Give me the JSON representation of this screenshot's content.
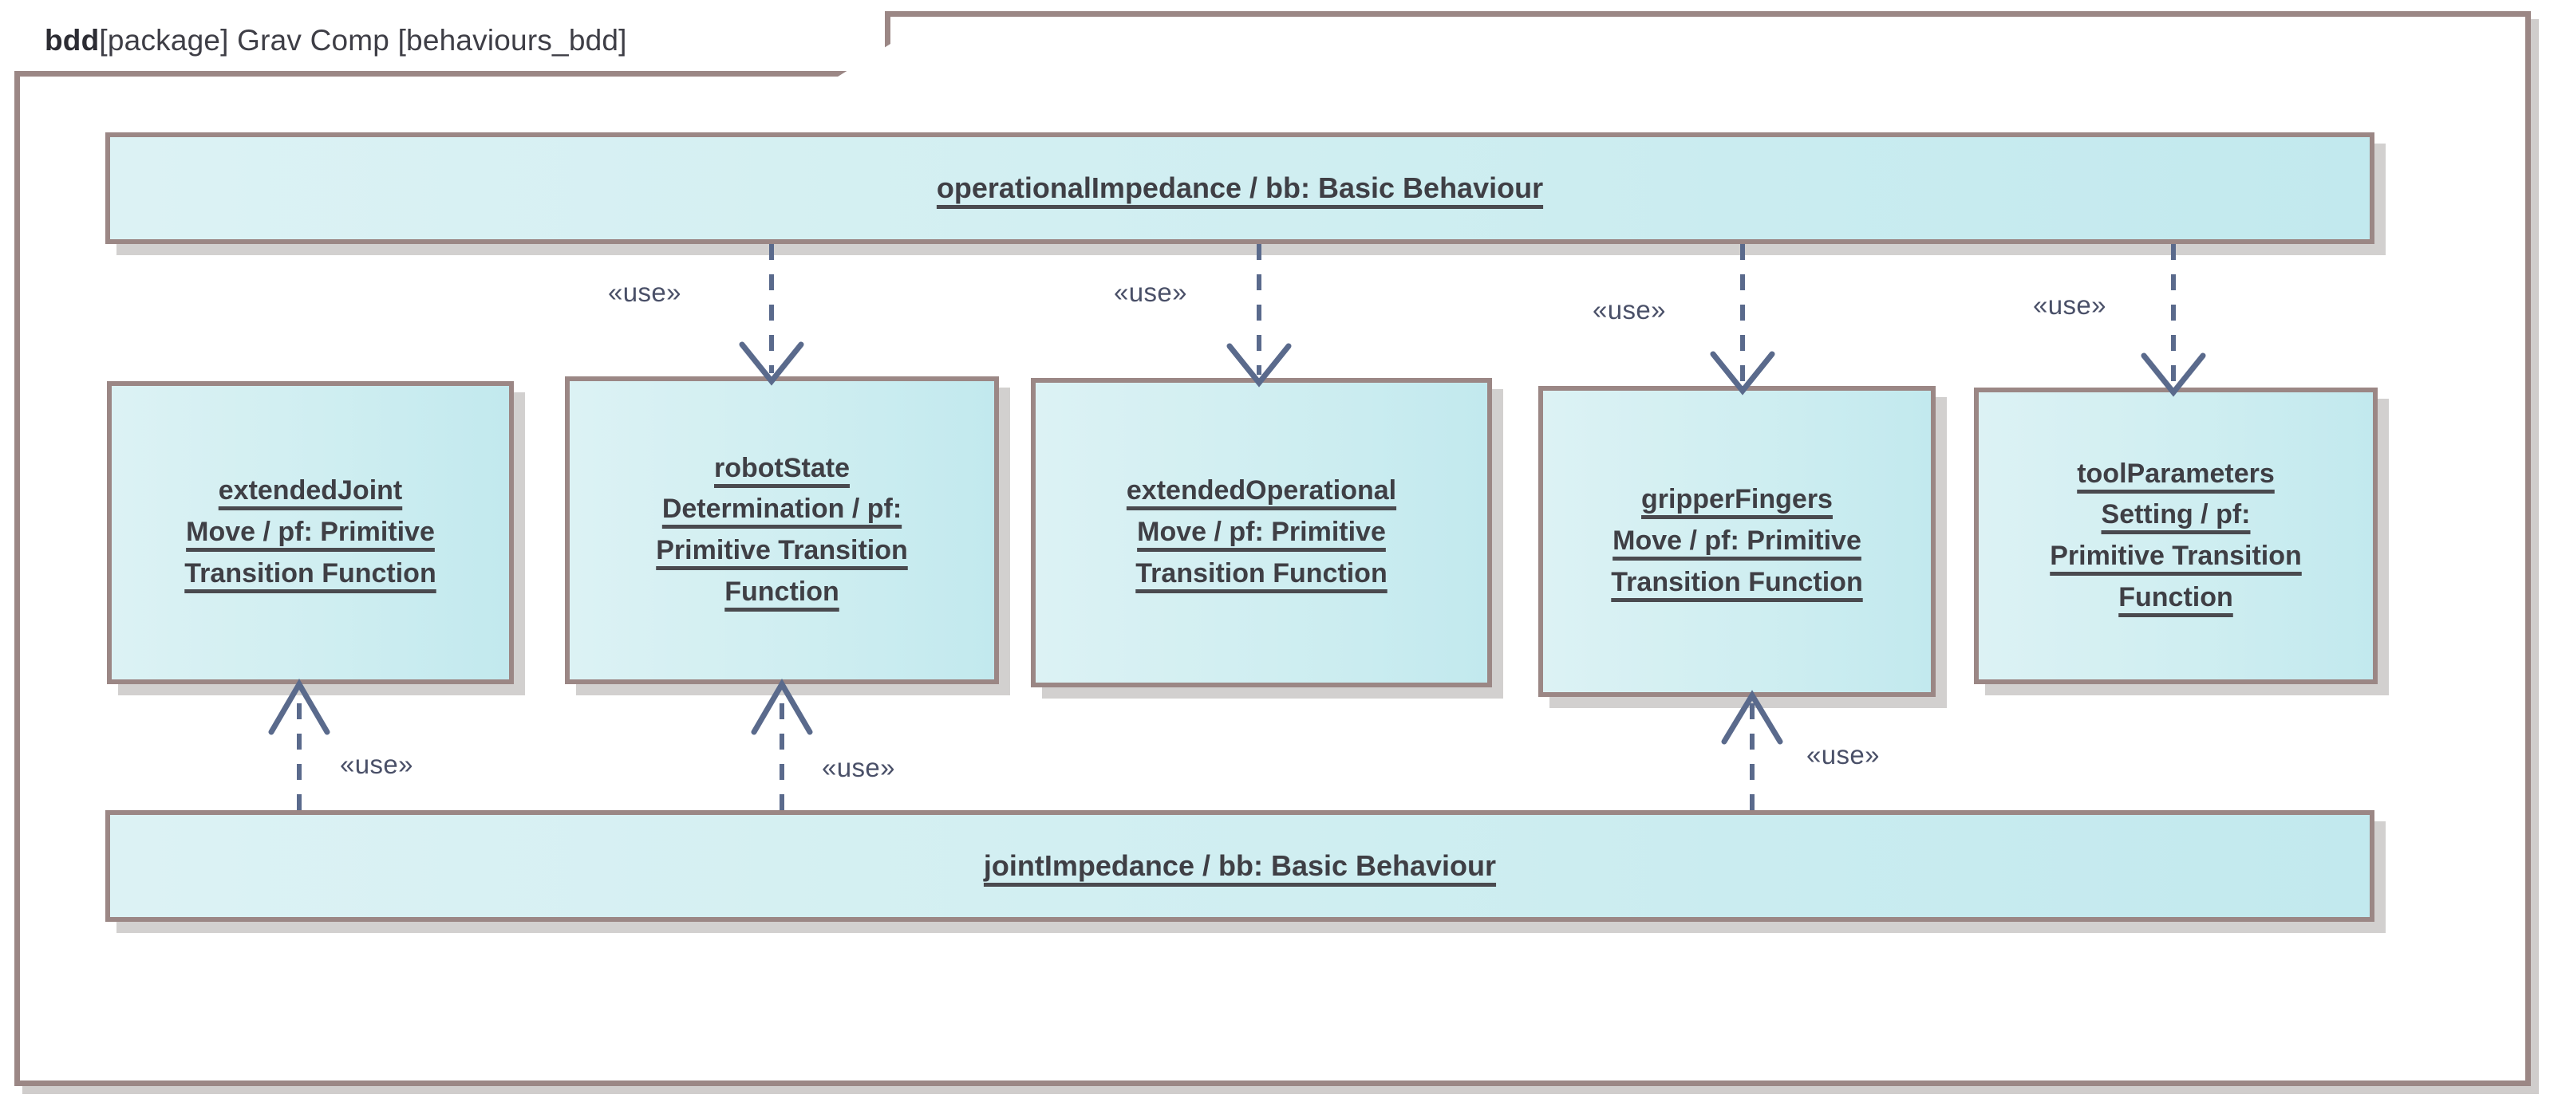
{
  "diagram": {
    "kind": "bdd",
    "header_keyword": "bdd",
    "header_rest": "[package] Grav Comp [behaviours_bdd]",
    "frame_border_color": "#9b8785",
    "block_fill_from": "#dcf2f4",
    "block_fill_to": "#c2e9ee",
    "connector_color": "#5a6a8c",
    "shadow_color": "#d2d0cf"
  },
  "top_block": {
    "name": "operationalImpedance",
    "role": "bb",
    "type": "Basic Behaviour",
    "label": "operationalImpedance / bb: Basic Behaviour"
  },
  "bottom_block": {
    "name": "jointImpedance",
    "role": "bb",
    "type": "Basic Behaviour",
    "label": "jointImpedance / bb: Basic Behaviour"
  },
  "middle_blocks": [
    {
      "name": "extendedJointMove",
      "role": "pf",
      "type": "Primitive Transition Function",
      "label": "extendedJointMove / pf: Primitive Transition Function",
      "lines": [
        "extendedJoint",
        "Move / pf: Primitive",
        "Transition Function"
      ]
    },
    {
      "name": "robotStateDetermination",
      "role": "pf",
      "type": "Primitive Transition Function",
      "label": "robotStateDetermination / pf: Primitive Transition Function",
      "lines": [
        "robotState",
        "Determination / pf:",
        "Primitive Transition",
        "Function"
      ]
    },
    {
      "name": "extendedOperationalMove",
      "role": "pf",
      "type": "Primitive Transition Function",
      "label": "extendedOperationalMove / pf: Primitive Transition Function",
      "lines": [
        "extendedOperational",
        "Move / pf: Primitive",
        "Transition Function"
      ]
    },
    {
      "name": "gripperFingersMove",
      "role": "pf",
      "type": "Primitive Transition Function",
      "label": "gripperFingersMove / pf: Primitive Transition Function",
      "lines": [
        "gripperFingers",
        "Move / pf: Primitive",
        "Transition Function"
      ]
    },
    {
      "name": "toolParametersSetting",
      "role": "pf",
      "type": "Primitive Transition Function",
      "label": "toolParametersSetting / pf: Primitive Transition Function",
      "lines": [
        "toolParameters",
        "Setting / pf:",
        "Primitive Transition",
        "Function"
      ]
    }
  ],
  "dependencies": {
    "stereotype": "«use»",
    "from_top": [
      {
        "source": "operationalImpedance",
        "target": "robotStateDetermination",
        "label": "«use»"
      },
      {
        "source": "operationalImpedance",
        "target": "extendedOperationalMove",
        "label": "«use»"
      },
      {
        "source": "operationalImpedance",
        "target": "gripperFingersMove",
        "label": "«use»"
      },
      {
        "source": "operationalImpedance",
        "target": "toolParametersSetting",
        "label": "«use»"
      }
    ],
    "from_bottom": [
      {
        "source": "jointImpedance",
        "target": "extendedJointMove",
        "label": "«use»"
      },
      {
        "source": "jointImpedance",
        "target": "robotStateDetermination",
        "label": "«use»"
      },
      {
        "source": "jointImpedance",
        "target": "gripperFingersMove",
        "label": "«use»"
      }
    ]
  }
}
